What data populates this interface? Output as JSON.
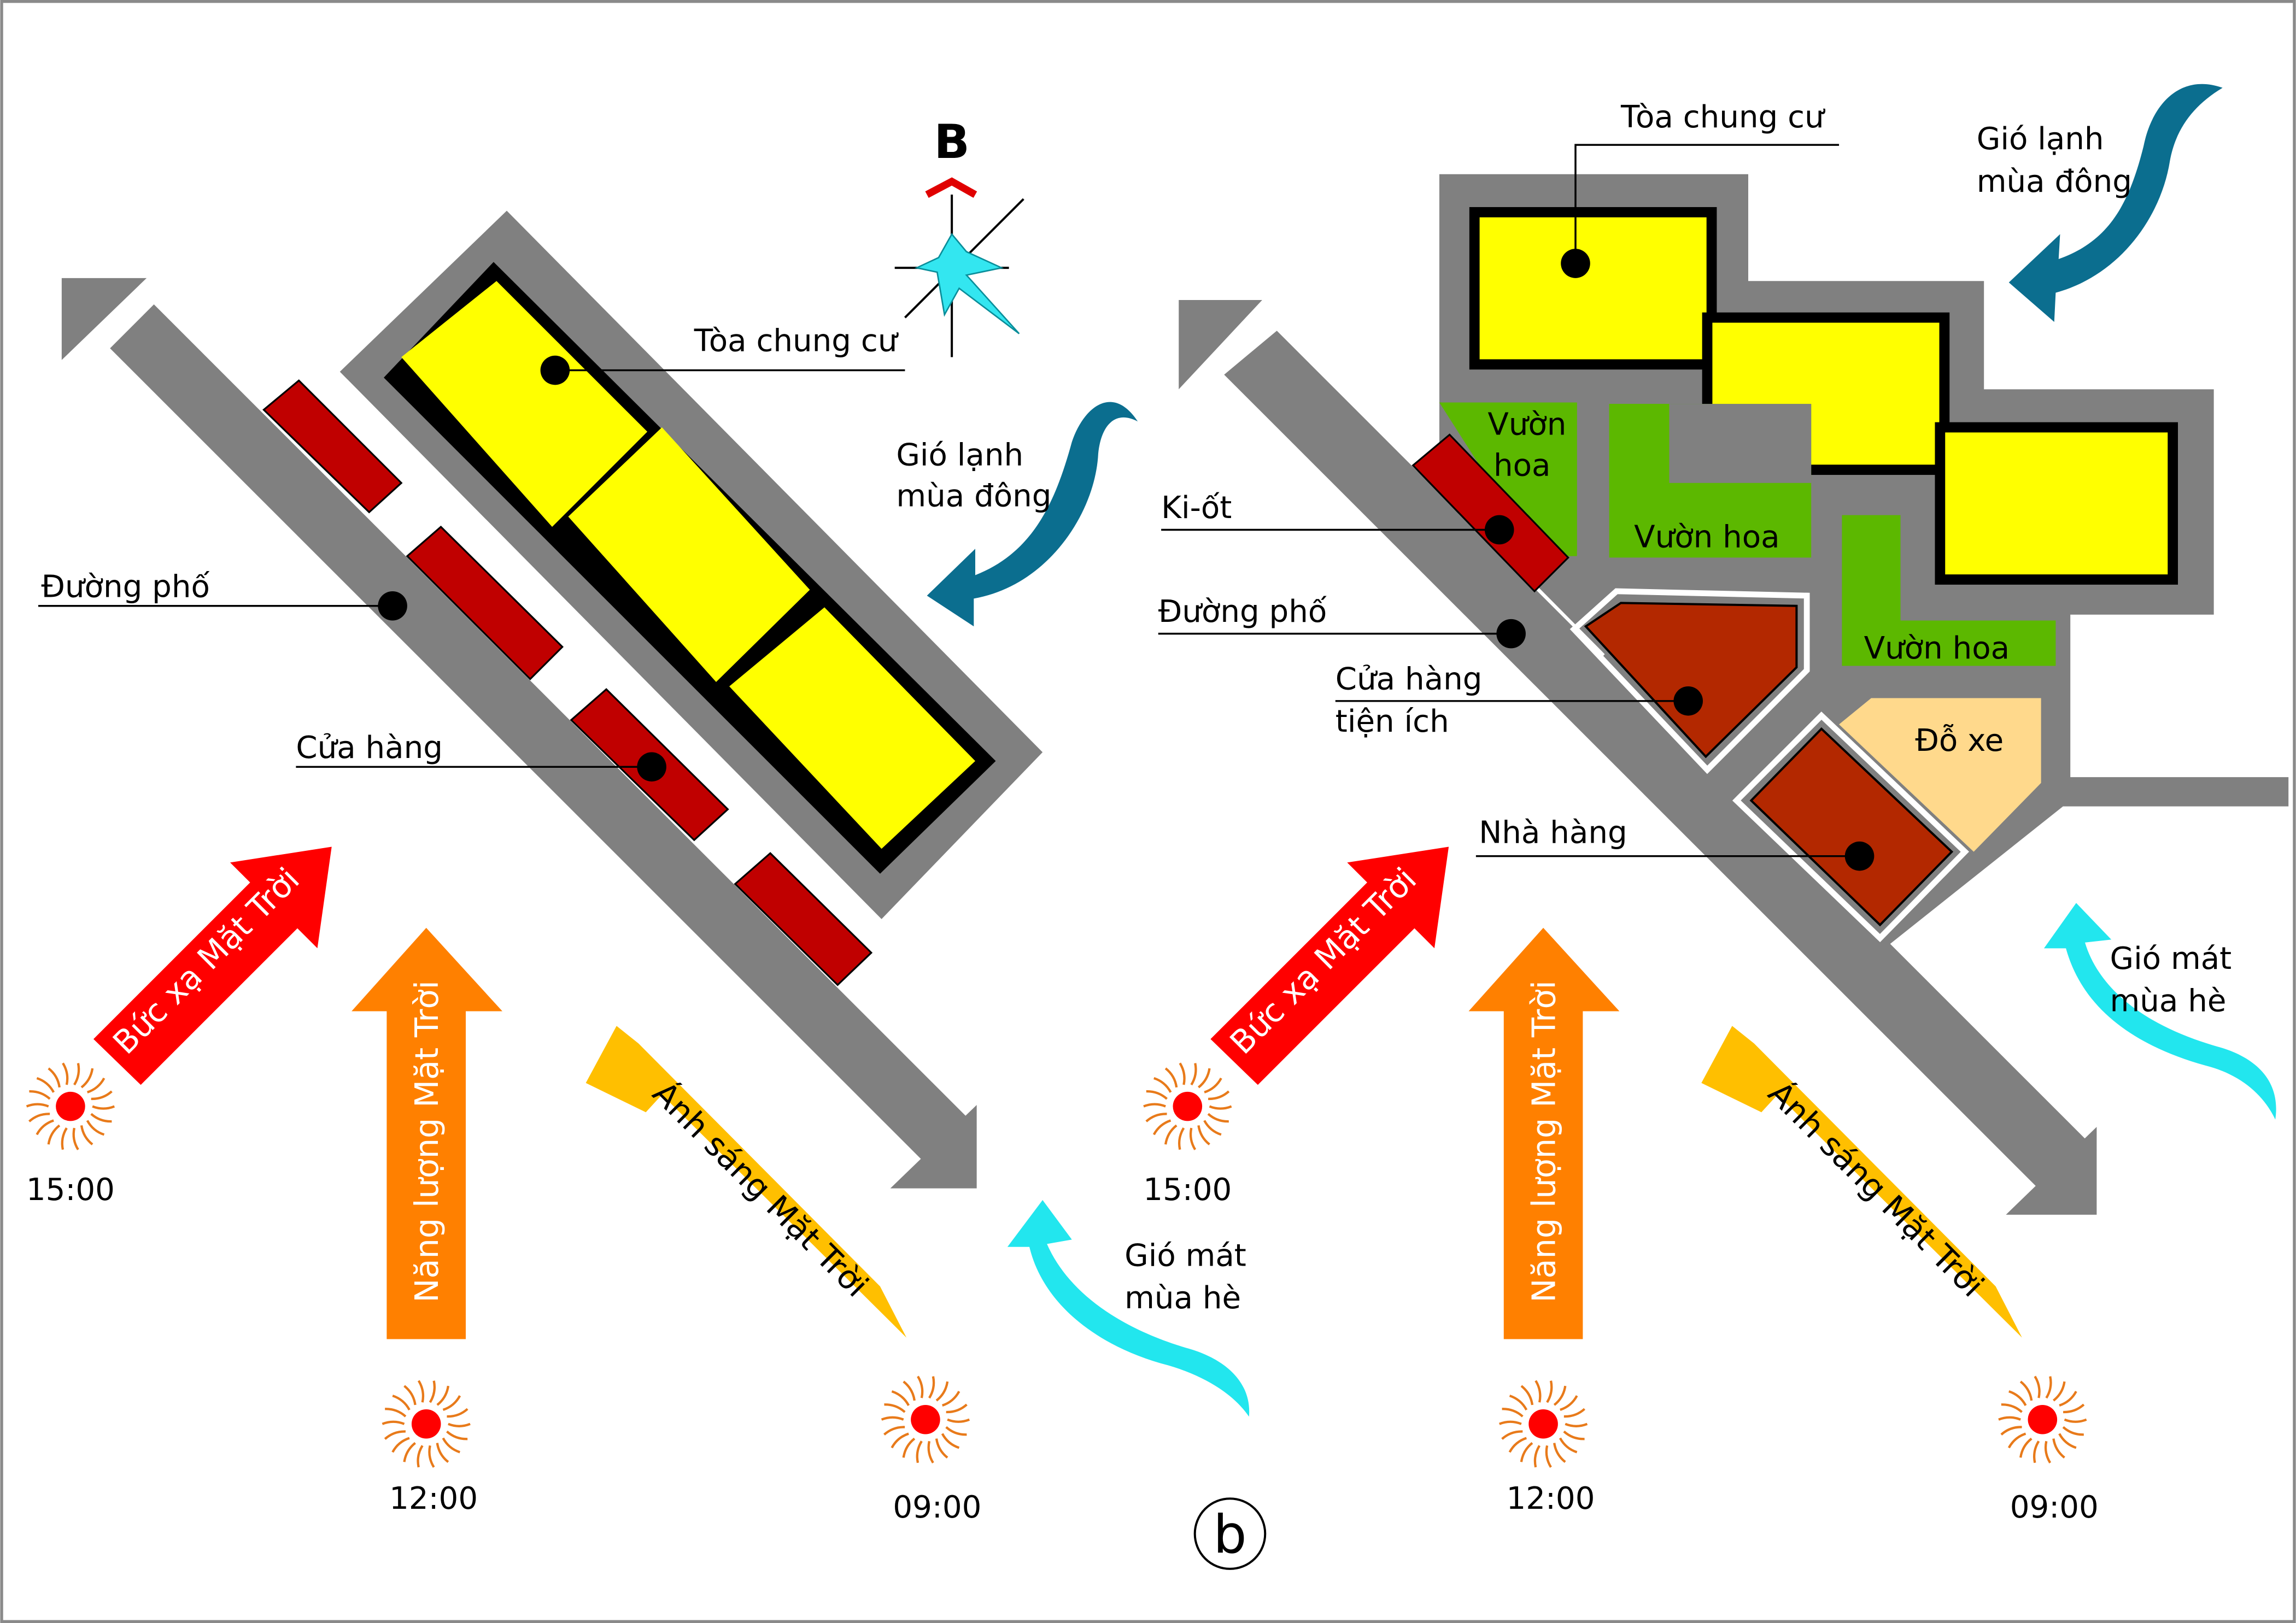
{
  "compass": {
    "north_label": "B"
  },
  "panel_label": "b",
  "colors": {
    "building": "#ffff00",
    "shop": "#c00000",
    "road": "#808080",
    "garden": "#5cb800",
    "parking": "#ffd98c",
    "utility_shop": "#b32800",
    "radiation_arrow": "#ff0000",
    "energy_arrow": "#ff8000",
    "light_arrow": "#ffbf00",
    "winter_wind": "#0b6e8f",
    "summer_wind": "#22e6ee"
  },
  "left": {
    "labels": {
      "apartment": "Tòa chung cư",
      "street": "Đường phố",
      "shop": "Cửa hàng",
      "winter_wind_1": "Gió lạnh",
      "winter_wind_2": "mùa đông",
      "summer_wind_1": "Gió mát",
      "summer_wind_2": "mùa hè"
    },
    "arrows": {
      "radiation": "Bức xạ Mặt Trời",
      "energy": "Năng lượng Mặt Trời",
      "light": "Ánh sáng Mặt Trời"
    },
    "times": {
      "t15": "15:00",
      "t12": "12:00",
      "t09": "09:00"
    }
  },
  "right": {
    "labels": {
      "apartment": "Tòa chung cư",
      "kiosk": "Ki-ốt",
      "street": "Đường phố",
      "utility_shop_1": "Cửa hàng",
      "utility_shop_2": "tiện ích",
      "restaurant": "Nhà hàng",
      "garden_a_1": "Vườn",
      "garden_a_2": "hoa",
      "garden_b": "Vườn hoa",
      "garden_c": "Vườn hoa",
      "parking": "Đỗ xe",
      "winter_wind_1": "Gió lạnh",
      "winter_wind_2": "mùa đông",
      "summer_wind_1": "Gió mát",
      "summer_wind_2": "mùa hè"
    },
    "arrows": {
      "radiation": "Bức xạ Mặt Trời",
      "energy": "Năng lượng Mặt Trời",
      "light": "Ánh sáng Mặt Trời"
    },
    "times": {
      "t15": "15:00",
      "t12": "12:00",
      "t09": "09:00"
    }
  }
}
